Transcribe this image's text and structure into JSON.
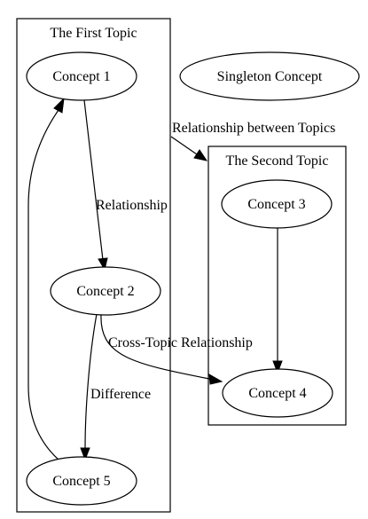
{
  "clusters": {
    "first": {
      "label": "The First Topic"
    },
    "second": {
      "label": "The Second Topic"
    }
  },
  "nodes": {
    "concept1": {
      "label": "Concept 1"
    },
    "concept2": {
      "label": "Concept 2"
    },
    "concept3": {
      "label": "Concept 3"
    },
    "concept4": {
      "label": "Concept 4"
    },
    "concept5": {
      "label": "Concept 5"
    },
    "singleton": {
      "label": "Singleton Concept"
    }
  },
  "edges": {
    "relationship": {
      "label": "Relationship"
    },
    "cross_topic": {
      "label": "Cross-Topic Relationship"
    },
    "difference": {
      "label": "Difference"
    },
    "between_topics": {
      "label": "Relationship between Topics"
    }
  }
}
